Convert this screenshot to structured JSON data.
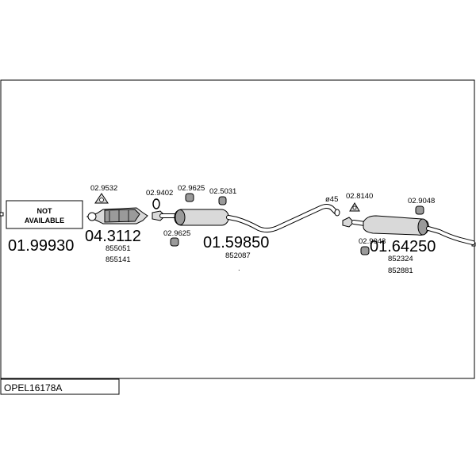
{
  "diagram": {
    "title": "OPEL16178A",
    "not_available_line1": "NOT",
    "not_available_line2": "AVAILABLE",
    "parts": {
      "front_pipe_code": "01.99930",
      "catalyst_code": "04.3112",
      "catalyst_ref1": "855051",
      "catalyst_ref2": "855141",
      "middle_code": "01.59850",
      "middle_ref": "852087",
      "rear_code": "01.64250",
      "rear_ref1": "852324",
      "rear_ref2": "852881"
    },
    "fittings": {
      "f1": "02.9532",
      "f2": "02.9402",
      "f3": "02.9625",
      "f4": "02.5031",
      "f5": "02.9625",
      "f6": "02.8140",
      "f7": "02.9048",
      "f8": "02.9043",
      "diameter": "ø45"
    },
    "small_mark": "."
  }
}
